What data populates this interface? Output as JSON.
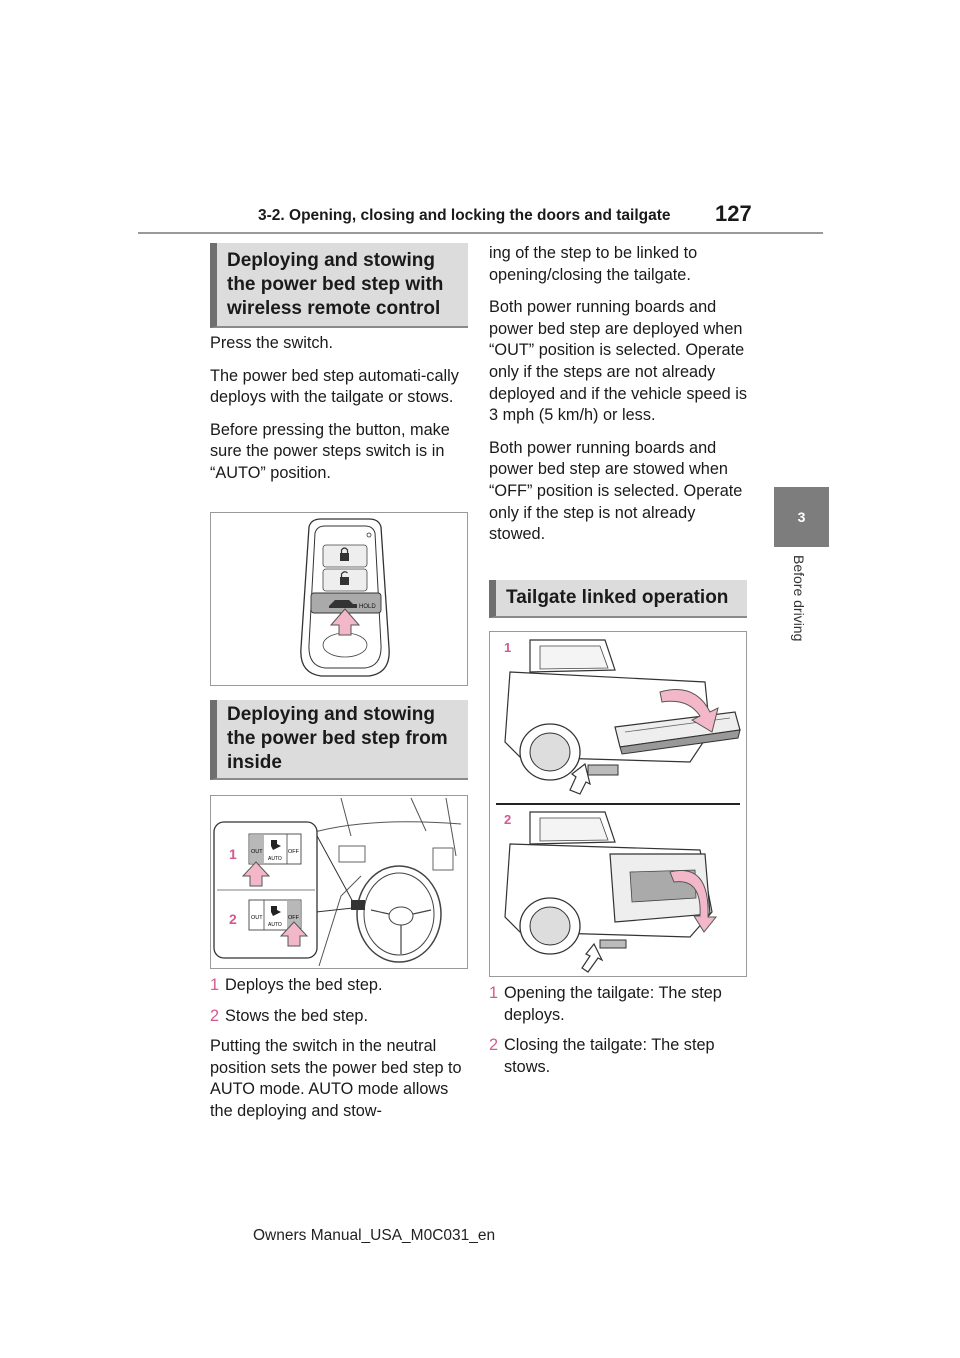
{
  "header": {
    "title": "3-2. Opening, closing and locking the doors and tailgate",
    "page_number": "127"
  },
  "side_tab": {
    "chapter_number": "3",
    "chapter_label": "Before driving"
  },
  "section1": {
    "heading": "Deploying and stowing the power bed step with wireless remote control",
    "paragraphs": [
      "Press the switch.",
      "The power bed step automati-cally deploys with the tailgate or stows.",
      "Before pressing the button, make sure the power steps switch is in “AUTO” position."
    ],
    "key_button_label": "HOLD"
  },
  "section2": {
    "heading": "Deploying and stowing the power bed step from inside",
    "figure": {
      "callout_1": "1",
      "callout_2": "2",
      "switch_out": "OUT",
      "switch_off": "OFF",
      "switch_auto": "AUTO"
    },
    "list": [
      {
        "num": "1",
        "text": "Deploys the bed step."
      },
      {
        "num": "2",
        "text": "Stows the bed step."
      }
    ],
    "paragraph": "Putting the switch in the neutral position sets the power bed step to AUTO mode. AUTO mode allows the deploying and stow-"
  },
  "column2": {
    "paragraphs": [
      "ing of the step to be linked to opening/closing the tailgate.",
      "Both power running boards and power bed step are deployed when “OUT” position is selected. Operate only if the steps are not already deployed and if the vehicle speed is 3 mph (5 km/h) or less.",
      "Both power running boards and power bed step are stowed when “OFF” position is selected. Operate only if the step is not already stowed."
    ]
  },
  "section3": {
    "heading": "Tailgate linked operation",
    "figure": {
      "callout_1": "1",
      "callout_2": "2"
    },
    "list": [
      {
        "num": "1",
        "text": "Opening the tailgate: The step deploys."
      },
      {
        "num": "2",
        "text": "Closing the tailgate: The step stows."
      }
    ]
  },
  "footer": {
    "text": "Owners Manual_USA_M0C031_en"
  },
  "colors": {
    "accent_pink": "#d4598f",
    "arrow_fill": "#f2b8c9",
    "heading_bg": "#dcdcdc",
    "tab_gray": "#7d7d7d"
  }
}
